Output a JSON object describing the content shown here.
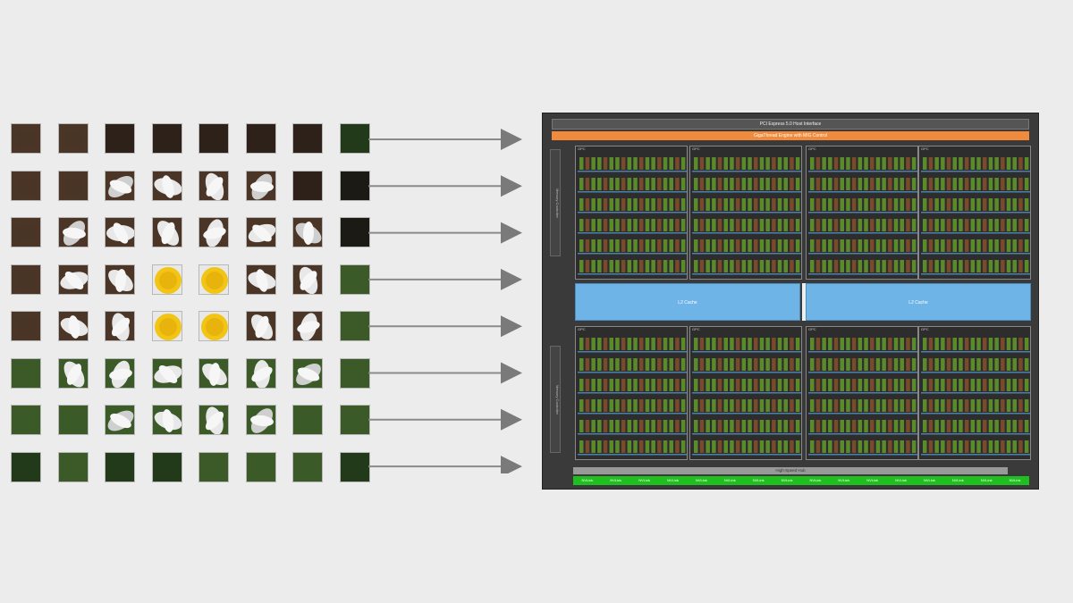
{
  "tiles": {
    "rows": [
      [
        "brown",
        "brown",
        "darkbrown",
        "darkbrown",
        "darkbrown",
        "darkbrown",
        "darkbrown",
        "darkgreen"
      ],
      [
        "brown",
        "brown",
        "petal-edge",
        "petal",
        "petal",
        "petal-edge",
        "darkbrown",
        "dark"
      ],
      [
        "brown",
        "petal-edge",
        "petal",
        "petal",
        "petal",
        "petal",
        "petal-edge",
        "dark"
      ],
      [
        "brown",
        "petal",
        "petal",
        "yellow",
        "yellow",
        "petal",
        "petal",
        "green"
      ],
      [
        "brown",
        "petal",
        "petal",
        "yellow",
        "yellow",
        "petal",
        "petal",
        "green"
      ],
      [
        "green",
        "petal",
        "petal",
        "petal",
        "petal",
        "petal",
        "petal-edge",
        "green"
      ],
      [
        "green",
        "green",
        "petal-edge",
        "petal",
        "petal",
        "petal-edge",
        "green",
        "green"
      ],
      [
        "darkgreen",
        "green",
        "darkgreen",
        "darkgreen",
        "green",
        "green",
        "green",
        "darkgreen"
      ]
    ],
    "palette": {
      "brown": "#4a3526",
      "darkbrown": "#2e211a",
      "dark": "#1c1a15",
      "green": "#3b5a28",
      "darkgreen": "#233a1a",
      "petal": "#e8e8e8",
      "petal-edge": "#cfcfcf",
      "yellow": "#f2c515"
    }
  },
  "gpu": {
    "pcie_label": "PCI Express 5.0 Host Interface",
    "giga_label": "GigaThread Engine with MIG Control",
    "l2_left": "L2 Cache",
    "l2_right": "L2 Cache",
    "hub_label": "High-Speed Hub",
    "gpc_label": "GPC",
    "mc_label": "Memory Controller",
    "nvlink_label": "NVLink",
    "nvlink_count": 16,
    "colors": {
      "orange": "#f08a3c",
      "blue": "#6fb4e6",
      "green": "#1fbf1f",
      "core": "#5a8a2a"
    }
  }
}
